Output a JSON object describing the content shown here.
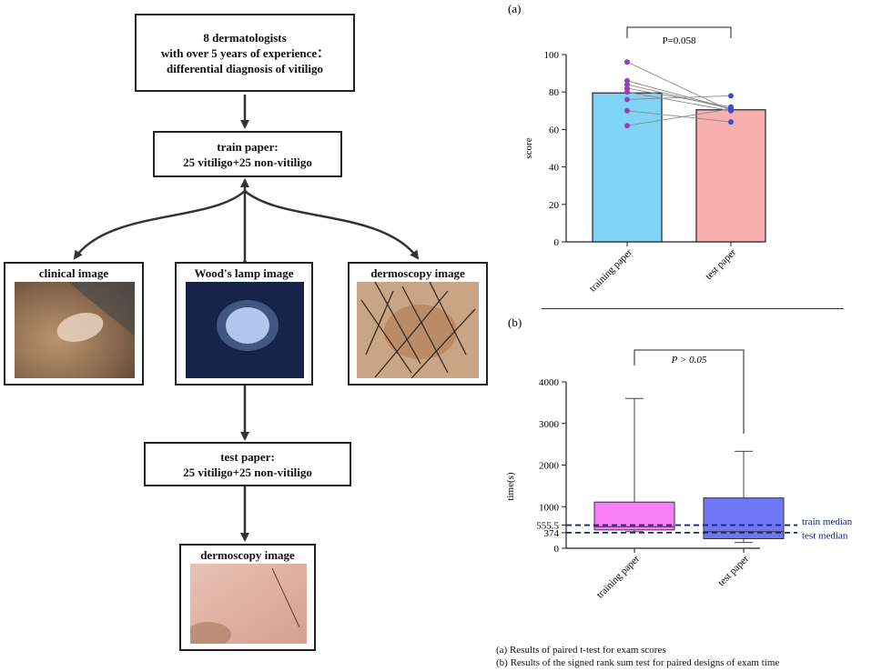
{
  "flowchart": {
    "top_box": [
      "8 dermatologists",
      "with over 5 years of experience：",
      "differential diagnosis of vitiligo"
    ],
    "train_box": [
      "train paper:",
      "25 vitiligo+25 non-vitiligo"
    ],
    "image_boxes": {
      "clinical": "clinical image",
      "woods": "Wood's lamp image",
      "dermoscopy": "dermoscopy image"
    },
    "test_box": [
      "test paper:",
      "25 vitiligo+25 non-vitiligo"
    ],
    "bottom_box": "dermoscopy image"
  },
  "chart_data": [
    {
      "panel_label": "(a)",
      "type": "bar",
      "categories": [
        "training paper",
        "test paper"
      ],
      "values": [
        79.5,
        70.5
      ],
      "colors": [
        "#7fd3f7",
        "#f9aeb0"
      ],
      "ylabel": "score",
      "ylim": [
        0,
        100
      ],
      "yticks": [
        0,
        20,
        40,
        60,
        80,
        100
      ],
      "annotation": "P=0.058",
      "paired_points": [
        [
          96,
          70
        ],
        [
          86,
          71
        ],
        [
          84,
          71
        ],
        [
          82,
          72
        ],
        [
          80,
          70
        ],
        [
          76,
          78
        ],
        [
          70,
          64
        ],
        [
          62,
          71
        ]
      ],
      "point_colors": {
        "training paper": "#9b3fb3",
        "test paper": "#3a4fd6"
      }
    },
    {
      "panel_label": "(b)",
      "type": "box",
      "categories": [
        "training paper",
        "test paper"
      ],
      "boxes": [
        {
          "min": 400,
          "q1": 440,
          "median": 520,
          "q3": 1110,
          "max": 3600,
          "color": "#f97ff7"
        },
        {
          "min": 140,
          "q1": 230,
          "median": 400,
          "q3": 1210,
          "max": 2330,
          "color": "#6f77f7"
        }
      ],
      "ylabel": "time(s)",
      "ylim": [
        0,
        4000
      ],
      "yticks": [
        0,
        374,
        555.5,
        1000,
        2000,
        3000,
        4000
      ],
      "ytick_labels": [
        "0",
        "374",
        "555.5",
        "1000",
        "2000",
        "3000",
        "4000"
      ],
      "reference_lines": [
        {
          "label": "train median",
          "value": 555.5,
          "color": "#1a237e"
        },
        {
          "label": "test median",
          "value": 374,
          "color": "#1a237e"
        }
      ],
      "annotation": "P > 0.05"
    }
  ],
  "captions": [
    "(a) Results of paired t-test for exam scores",
    "(b) Results of the signed rank sum test for paired designs of exam time"
  ]
}
